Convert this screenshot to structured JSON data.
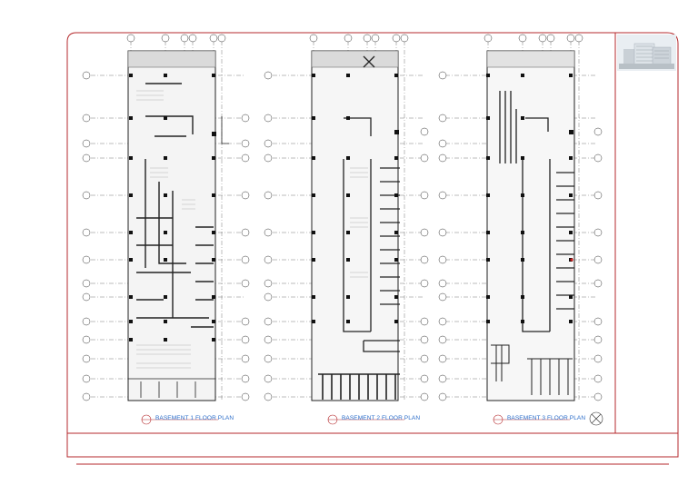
{
  "sheet": {
    "plans": [
      {
        "title": "BASEMENT 1 FLOOR PLAN"
      },
      {
        "title": "BASEMENT 2 FLOOR PLAN"
      },
      {
        "title": "BASEMENT 3 FLOOR PLAN"
      }
    ],
    "colors": {
      "border": "#b5292c",
      "title_text": "#2a6cc9",
      "linework": "#222222",
      "gridline": "#444444"
    },
    "thumbnail_icon": "building-rendering-thumbnail",
    "north_arrow_icon": "north-arrow-icon"
  }
}
